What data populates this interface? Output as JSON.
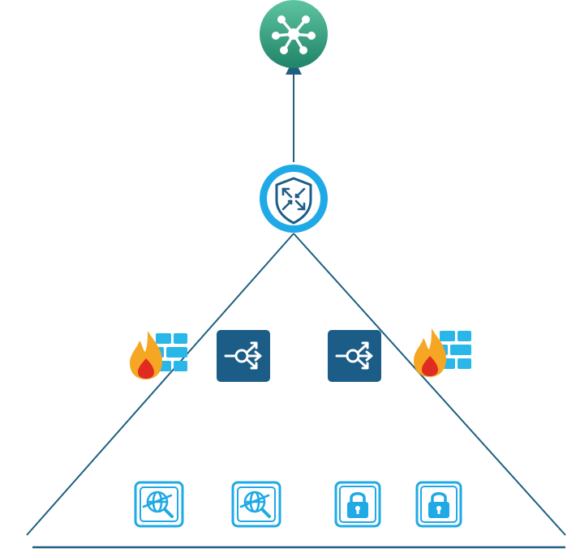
{
  "diagram": {
    "colors": {
      "line": "#1f5f80",
      "hub_gradient_top": "#5ec4a0",
      "hub_gradient_bottom": "#1f8468",
      "gateway_ring": "#1fa9e6",
      "firewall_brick": "#29b6e8",
      "flame_outer": "#f5a623",
      "flame_inner": "#e02b20",
      "load_balancer_bg": "#1b5d86",
      "appliance_outline": "#1fa9e6"
    },
    "nodes": [
      {
        "id": "hub",
        "icon": "network-hub-icon"
      },
      {
        "id": "gateway",
        "icon": "shield-arrows-icon"
      },
      {
        "id": "firewall-left",
        "icon": "firewall-icon"
      },
      {
        "id": "load-balancer-left",
        "icon": "load-balancer-icon"
      },
      {
        "id": "load-balancer-right",
        "icon": "load-balancer-icon"
      },
      {
        "id": "firewall-right",
        "icon": "firewall-icon"
      },
      {
        "id": "web-filter-1",
        "icon": "web-filter-icon"
      },
      {
        "id": "web-filter-2",
        "icon": "web-filter-icon"
      },
      {
        "id": "security-lock-1",
        "icon": "padlock-icon"
      },
      {
        "id": "security-lock-2",
        "icon": "padlock-icon"
      }
    ],
    "edges": [
      {
        "from": "gateway",
        "to": "hub",
        "arrow": true
      },
      {
        "from": "gateway",
        "to": "base-left",
        "arrow": false
      },
      {
        "from": "gateway",
        "to": "base-right",
        "arrow": false
      },
      {
        "from": "base-left",
        "to": "base-right",
        "arrow": false
      }
    ]
  }
}
